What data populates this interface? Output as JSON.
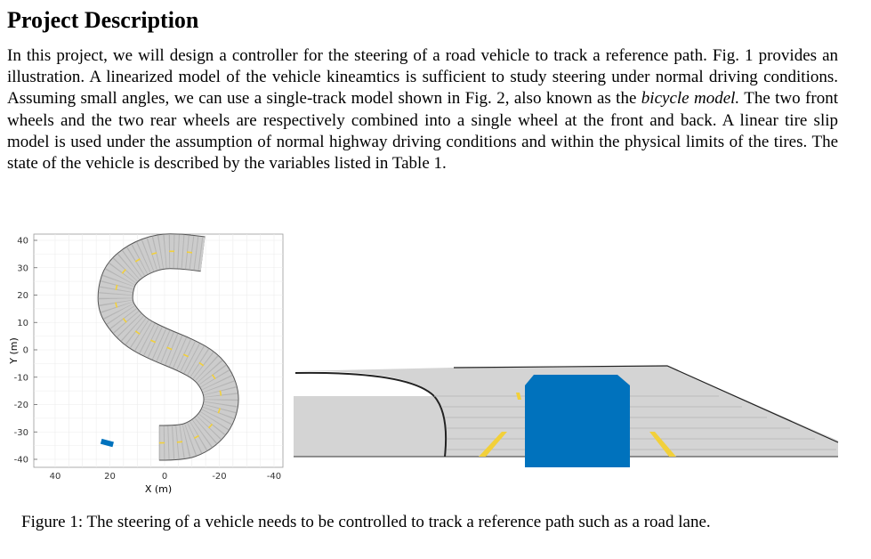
{
  "section": {
    "title": "Project Description"
  },
  "paragraph": {
    "p1": "In this project, we will design a controller for the steering of a road vehicle to track a reference path. Fig. 1 provides an illustration. A linearized model of the vehicle kineamtics is sufficient to study steering under normal driving conditions. Assuming small angles, we can use a single-track model shown in Fig. 2, also known as the ",
    "em": "bicycle model.",
    "p2": " The two front wheels and the two rear wheels are respectively combined into a single wheel at the front and back. A linear tire slip model is used under the assumption of normal highway driving conditions and within the physical limits of the tires. The state of the vehicle is described by the variables listed in Table 1."
  },
  "figure": {
    "caption": "Figure 1: The steering of a vehicle needs to be controlled to track a reference path such as a road lane."
  },
  "colors": {
    "road": "#cccccc",
    "lane_marking": "#f2d03a",
    "vehicle": "#0072bd"
  },
  "chart_data": {
    "type": "scatter",
    "xlabel": "X (m)",
    "ylabel": "Y (m)",
    "xlim": [
      40,
      -40
    ],
    "ylim": [
      -40,
      40
    ],
    "x_reversed": true,
    "x_ticks": [
      40,
      20,
      0,
      -20,
      -40
    ],
    "y_ticks": [
      40,
      30,
      20,
      10,
      0,
      -10,
      -20,
      -30,
      -40
    ],
    "grid": true,
    "series": [
      {
        "kind": "road-centerline",
        "points": [
          [
            2,
            -34
          ],
          [
            -6,
            -34
          ],
          [
            -12,
            -32
          ],
          [
            -17,
            -28
          ],
          [
            -20,
            -23
          ],
          [
            -21,
            -17
          ],
          [
            -19,
            -11
          ],
          [
            -15,
            -6
          ],
          [
            -8,
            -2
          ],
          [
            2,
            2
          ],
          [
            10,
            6
          ],
          [
            15,
            11
          ],
          [
            18,
            16
          ],
          [
            18,
            22
          ],
          [
            16,
            28
          ],
          [
            10,
            33
          ],
          [
            2,
            36
          ],
          [
            -6,
            36
          ],
          [
            -14,
            35
          ]
        ]
      },
      {
        "kind": "vehicle",
        "points": [
          [
            21,
            -34
          ]
        ]
      }
    ]
  }
}
